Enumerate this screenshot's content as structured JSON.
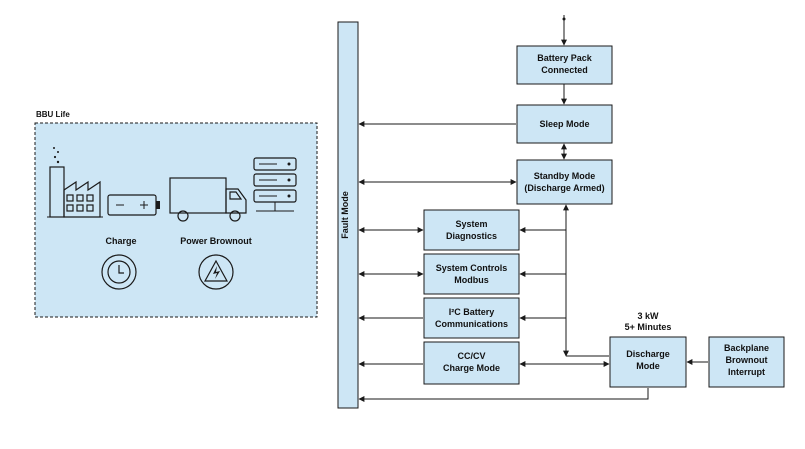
{
  "bbu_panel": {
    "title": "BBU Life",
    "labels": {
      "charge": "Charge",
      "power_brownout": "Power Brownout"
    },
    "icons": [
      "factory-icon",
      "battery-icon",
      "truck-icon",
      "server-rack-icon",
      "clock-icon",
      "lightning-icon"
    ]
  },
  "fault_mode": {
    "label": "Fault Mode"
  },
  "blocks": {
    "battery_pack": [
      "Battery Pack",
      "Connected"
    ],
    "sleep_mode": [
      "Sleep Mode"
    ],
    "standby_mode": [
      "Standby Mode",
      "(Discharge Armed)"
    ],
    "system_diagnostics": [
      "System",
      "Diagnostics"
    ],
    "system_controls": [
      "System Controls",
      "Modbus"
    ],
    "i2c_battery": [
      "I²C Battery",
      "Communications"
    ],
    "cc_cv": [
      "CC/CV",
      "Charge Mode"
    ],
    "discharge_mode": [
      "Discharge",
      "Mode"
    ],
    "backplane_brownout": [
      "Backplane",
      "Brownout",
      "Interrupt"
    ]
  },
  "discharge_spec": [
    "3 kW",
    "5+ Minutes"
  ],
  "colors": {
    "box_fill": "#cde6f5",
    "outline": "#1a1a1a",
    "background": "#ffffff"
  }
}
